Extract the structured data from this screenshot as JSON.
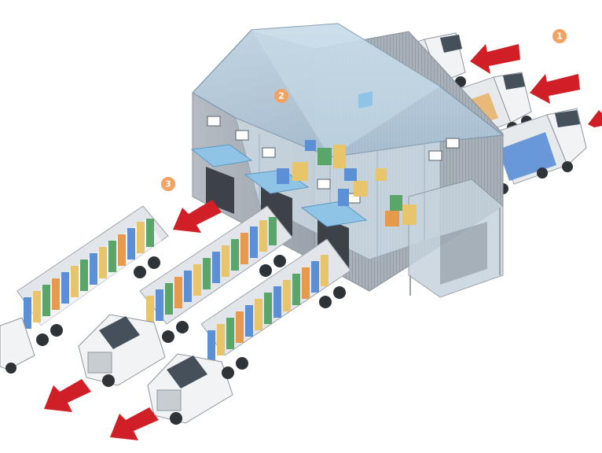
{
  "steps": [
    {
      "label": "1"
    },
    {
      "label": "2"
    },
    {
      "label": "3"
    }
  ],
  "colors": {
    "inbound_arrow": "#d01f26",
    "outbound_arrow": "#d01f26",
    "step_badge": "#f4a261",
    "building_glass": "#b8cfe0",
    "building_wall": "#b9bec4",
    "canopy": "#8fc4e6",
    "truck_cab": "#eef0f2",
    "cargo_blue": "#5b8fd6",
    "cargo_green": "#5aa56a",
    "cargo_yellow": "#e8c46a",
    "cargo_orange": "#e79a4c"
  },
  "icons": {
    "inbound_arrow": "arrow-left-icon",
    "outbound_arrow": "arrow-down-left-icon"
  }
}
